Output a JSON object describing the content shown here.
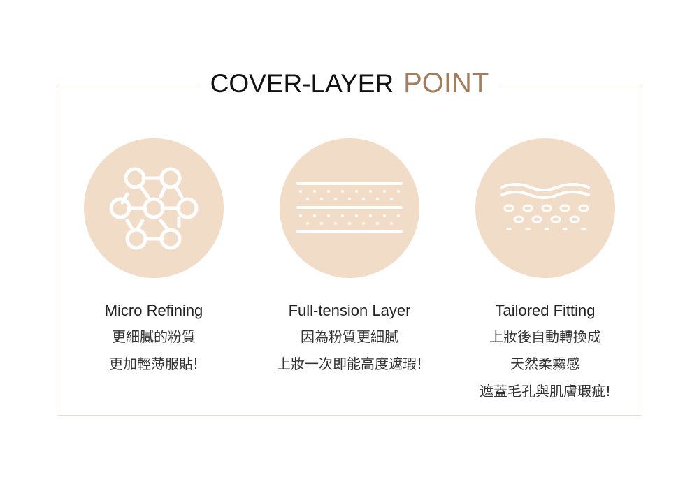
{
  "title": {
    "part1": "COVER-LAYER",
    "part2": "POINT"
  },
  "colors": {
    "accent": "#a27e5f",
    "circle": "#f0dcc7",
    "border": "#ecdccb"
  },
  "features": [
    {
      "icon": "molecule-network-icon",
      "heading": "Micro Refining",
      "lines": [
        "更細膩的粉質",
        "更加輕薄服貼!"
      ]
    },
    {
      "icon": "layers-dots-icon",
      "heading": "Full-tension Layer",
      "lines": [
        "因為粉質更細膩",
        "上妝一次即能高度遮瑕!"
      ]
    },
    {
      "icon": "skin-waves-icon",
      "heading": "Tailored Fitting",
      "lines": [
        "上妝後自動轉換成",
        "天然柔霧感",
        "遮蓋毛孔與肌膚瑕疵!"
      ]
    }
  ]
}
